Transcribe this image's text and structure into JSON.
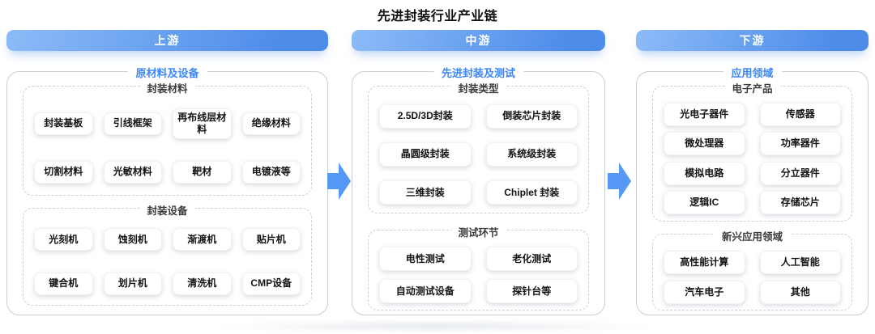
{
  "title": "先进封装行业产业链",
  "colors": {
    "banner_gradient_start": "#8CBBF7",
    "banner_gradient_end": "#4E8CEA",
    "section_label_blue": "#3D87F5",
    "arrow_blue": "#5598F5",
    "box_border": "#C9CDD4",
    "dashed_border": "#CCD0D6"
  },
  "icons": {
    "flow_arrow": "right-arrow-icon"
  },
  "columns": [
    {
      "banner": "上游",
      "group_label": "原材料及设备",
      "sections": [
        {
          "label": "封装材料",
          "items": [
            "封装基板",
            "引线框架",
            "再布线层材料",
            "绝缘材料",
            "切割材料",
            "光敏材料",
            "靶材",
            "电镀液等"
          ]
        },
        {
          "label": "封装设备",
          "items": [
            "光刻机",
            "蚀刻机",
            "渐渡机",
            "贴片机",
            "键合机",
            "划片机",
            "清洗机",
            "CMP设备"
          ]
        }
      ]
    },
    {
      "banner": "中游",
      "group_label": "先进封装及测试",
      "sections": [
        {
          "label": "封装类型",
          "items": [
            "2.5D/3D封装",
            "倒装芯片封装",
            "晶圆级封装",
            "系统级封装",
            "三维封装",
            "Chiplet 封装"
          ]
        },
        {
          "label": "测试环节",
          "items": [
            "电性测试",
            "老化测试",
            "自动测试设备",
            "探针台等"
          ]
        }
      ]
    },
    {
      "banner": "下游",
      "group_label": "应用领域",
      "sections": [
        {
          "label": "电子产品",
          "items": [
            "光电子器件",
            "传感器",
            "微处理器",
            "功率器件",
            "模拟电路",
            "分立器件",
            "逻辑IC",
            "存储芯片"
          ]
        },
        {
          "label": "新兴应用领域",
          "items": [
            "高性能计算",
            "人工智能",
            "汽车电子",
            "其他"
          ]
        }
      ]
    }
  ]
}
